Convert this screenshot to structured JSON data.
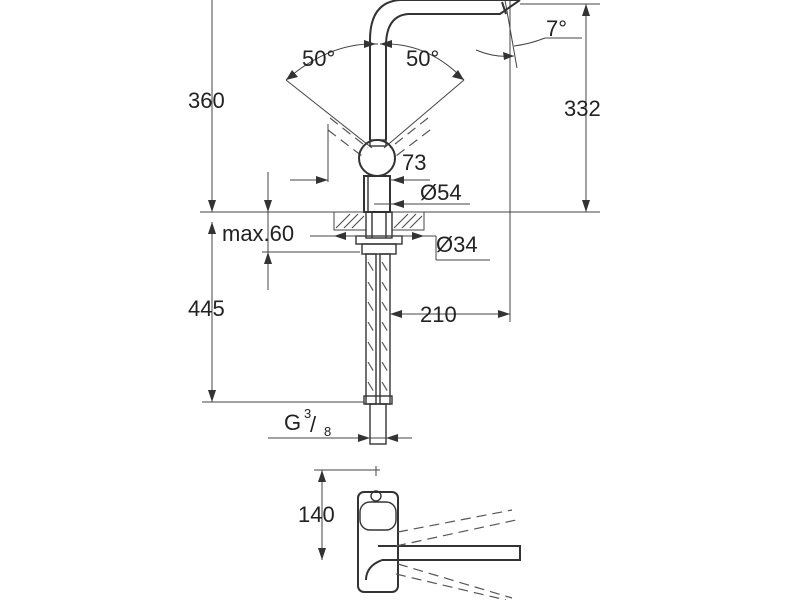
{
  "dimensions": {
    "total_height": "360",
    "spout_height": "332",
    "tilt_angle": "7°",
    "swing_left": "50°",
    "swing_right": "50°",
    "body_height": "73",
    "base_diameter": "Ø54",
    "max_deck": "max.60",
    "hole_diameter": "Ø34",
    "hose_length": "445",
    "reach": "210",
    "connection_base": "G",
    "connection_num": "3",
    "connection_den": "8",
    "plan_depth": "140"
  }
}
